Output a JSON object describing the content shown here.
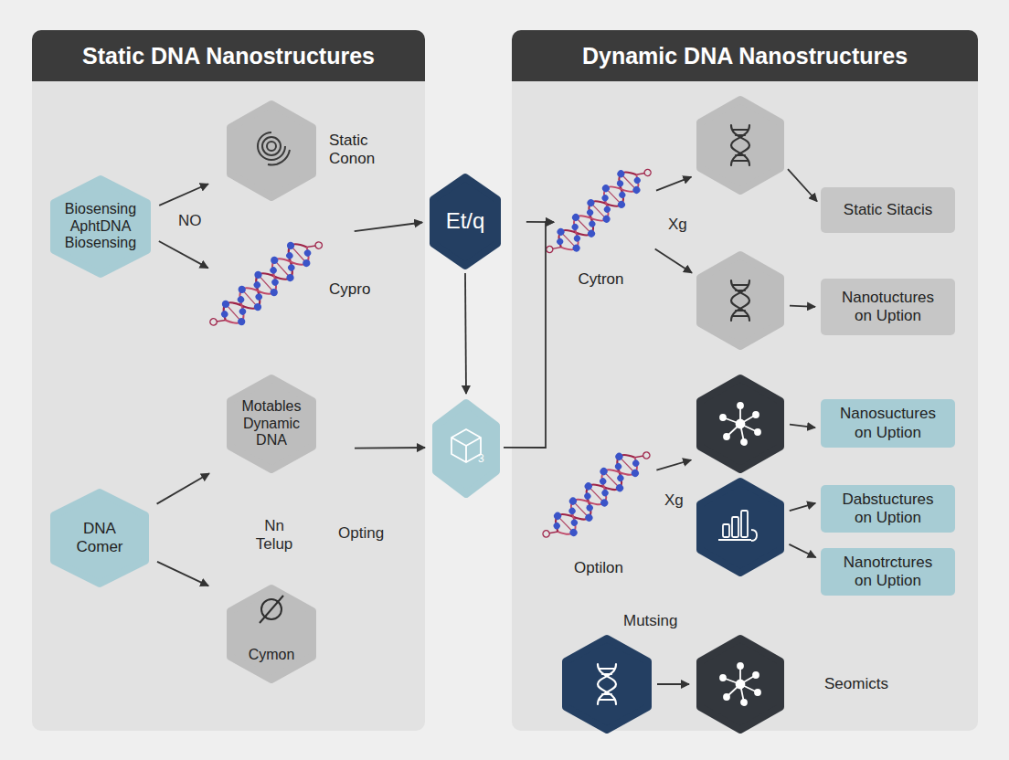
{
  "diagram": {
    "nodes": [
      {
        "text": [
          "Static DNA Nanostructures"
        ]
      },
      {
        "text": [
          "Biosensing AphtDNA Biosensing"
        ],
        "in": 0
      },
      {
        "text": [
          "Static Conon"
        ],
        "in": 0
      },
      {
        "text": [
          "Cypro"
        ],
        "in": 0
      },
      {
        "text": [
          "Motables Dynamic DNA"
        ],
        "in": 0
      },
      {
        "text": [
          "DNA Comer"
        ],
        "in": 0
      },
      {
        "text": [
          "Cymon"
        ],
        "in": 0
      },
      {
        "text": [
          "Et/q"
        ]
      },
      {
        "text": [
          "3"
        ]
      },
      {
        "text": [
          "Dynamic DNA Nanostructures"
        ]
      },
      {
        "text": [
          "Cytron"
        ],
        "in": 9
      },
      {
        "text": [],
        "in": 9
      },
      {
        "text": [
          "Static Sitacis"
        ],
        "in": 9
      },
      {
        "text": [],
        "in": 9
      },
      {
        "text": [
          "Nanotuctures on Uption"
        ],
        "in": 9
      },
      {
        "text": [],
        "in": 9
      },
      {
        "text": [
          "Nanosuctures on Uption"
        ],
        "in": 9
      },
      {
        "text": [
          "Optilon"
        ],
        "in": 9
      },
      {
        "text": [],
        "in": 9
      },
      {
        "text": [
          "Dabstuctures on Uption"
        ],
        "in": 9
      },
      {
        "text": [
          "Nanotrctures on Uption"
        ],
        "in": 9
      },
      {
        "text": [],
        "in": 9
      },
      {
        "text": [
          "Seomicts"
        ],
        "in": 9
      }
    ],
    "edges": [
      {
        "from": 1,
        "to": 2,
        "arrow": "to"
      },
      {
        "from": 1,
        "to": 3,
        "arrow": "to"
      },
      {
        "from": 3,
        "to": 7,
        "arrow": "to"
      },
      {
        "from": 7,
        "to": 8,
        "arrow": "to"
      },
      {
        "from": 7,
        "to": 10,
        "arrow": "to"
      },
      {
        "from": 8,
        "to": 10,
        "arrow": "to"
      },
      {
        "from": 5,
        "to": 4,
        "arrow": "to"
      },
      {
        "from": 5,
        "to": 6,
        "arrow": "to"
      },
      {
        "from": 4,
        "to": 8,
        "arrow": "to"
      },
      {
        "from": 10,
        "to": 11,
        "arrow": "to"
      },
      {
        "from": 10,
        "to": 13,
        "arrow": "to"
      },
      {
        "from": 11,
        "to": 12,
        "arrow": "to"
      },
      {
        "from": 13,
        "to": 14,
        "arrow": "to"
      },
      {
        "from": 15,
        "to": 16,
        "arrow": "to"
      },
      {
        "from": 17,
        "to": 15,
        "arrow": "to"
      },
      {
        "from": 18,
        "to": 19,
        "arrow": "to"
      },
      {
        "from": 18,
        "to": 20,
        "arrow": "to"
      },
      {
        "from": 21,
        "to": 22,
        "arrow": "to"
      }
    ],
    "labels": [
      "NO",
      "Nn Telup",
      "Opting",
      "Xg",
      "Xg",
      "Mutsing"
    ]
  }
}
